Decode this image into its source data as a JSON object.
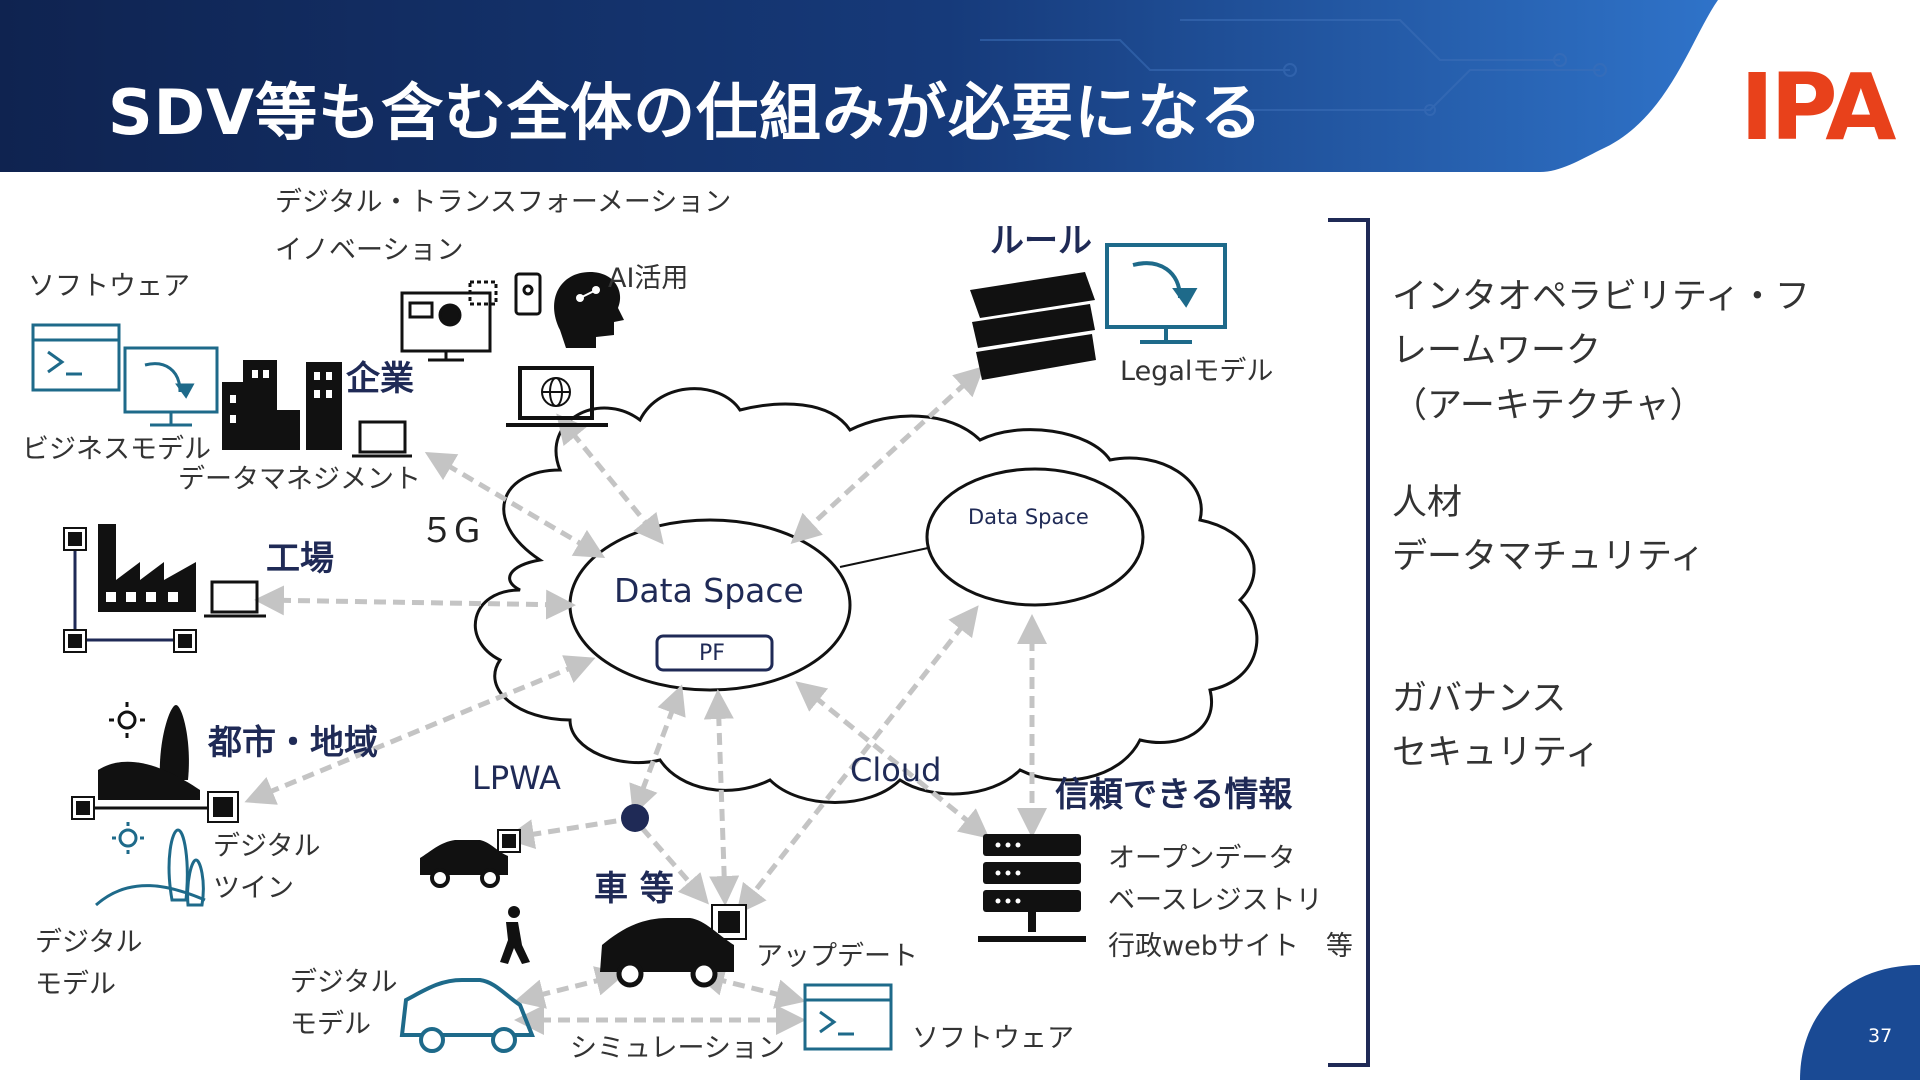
{
  "header": {
    "title": "SDV等も含む全体の仕組みが必要になる",
    "logo": "IPA"
  },
  "labels": {
    "dx_line1": "デジタル・トランスフォーメーション",
    "dx_line2": "イノベーション",
    "ai": "AI活用",
    "software_top": "ソフトウェア",
    "business_model": "ビジネスモデル",
    "data_management": "データマネジメント",
    "enterprise": "企業",
    "factory": "工場",
    "fiveg": "５G",
    "city": "都市・地域",
    "digital_twin_1": "デジタル",
    "digital_twin_2": "ツイン",
    "digital_model_left_1": "デジタル",
    "digital_model_left_2": "モデル",
    "lpwa": "LPWA",
    "cars": "車 等",
    "digital_model_bottom_1": "デジタル",
    "digital_model_bottom_2": "モデル",
    "simulation": "シミュレーション",
    "update": "アップデート",
    "software_bottom": "ソフトウェア",
    "cloud": "Cloud",
    "data_space_main": "Data Space",
    "pf": "PF",
    "data_space_small": "Data Space",
    "rules": "ルール",
    "legal_model": "Legalモデル",
    "trusted_info": "信頼できる情報",
    "open_data": "オープンデータ",
    "base_registry": "ベースレジストリ",
    "gov_web": "行政webサイト　等"
  },
  "right_panel": {
    "block1": [
      "インタオペラビリティ・フ",
      "レームワーク",
      "（アーキテクチャ）"
    ],
    "block2": [
      "人材",
      "データマチュリティ"
    ],
    "block3": [
      "ガバナンス",
      "セキュリティ"
    ]
  },
  "page_number": "37",
  "colors": {
    "header_dark": "#0f2350",
    "header_mid": "#1b4590",
    "header_accent": "#2f73c9",
    "logo": "#e8411b",
    "label_navy": "#1f2a56",
    "icon_teal": "#1e6a8a",
    "arrow_gray": "#c4c4c4"
  },
  "icons": [
    "software-window-icon",
    "business-model-icon",
    "buildings-icon",
    "laptop-icon",
    "presentation-icon",
    "smartphone-icon",
    "ai-head-icon",
    "globe-laptop-icon",
    "factory-icon",
    "chip-icon",
    "city-landscape-icon",
    "sun-icon",
    "digital-twin-tree-icon",
    "car-icon",
    "pedestrian-icon",
    "books-icon",
    "legal-model-icon",
    "server-icon",
    "cloud-icon"
  ]
}
